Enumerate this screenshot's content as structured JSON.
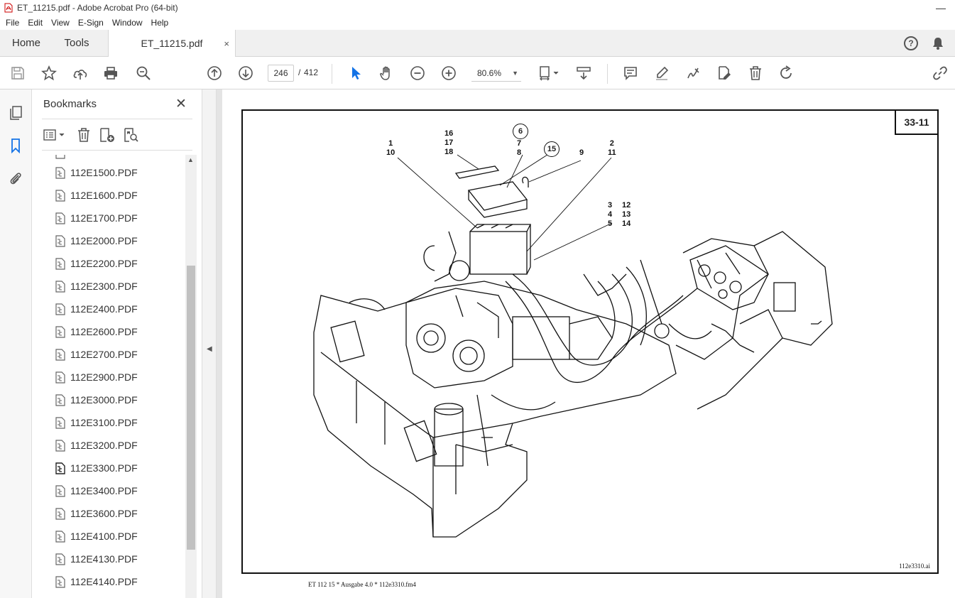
{
  "window": {
    "title": "ET_11215.pdf - Adobe Acrobat Pro (64-bit)",
    "minimize": "—"
  },
  "menu": [
    "File",
    "Edit",
    "View",
    "E-Sign",
    "Window",
    "Help"
  ],
  "tabs": {
    "home": "Home",
    "tools": "Tools",
    "document": "ET_11215.pdf",
    "close": "×"
  },
  "toolbar": {
    "current_page": "246",
    "page_separator": "/",
    "total_pages": "412",
    "zoom": "80.6%"
  },
  "bookmarks": {
    "title": "Bookmarks",
    "close": "✕",
    "items": [
      "112E1500.PDF",
      "112E1600.PDF",
      "112E1700.PDF",
      "112E2000.PDF",
      "112E2200.PDF",
      "112E2300.PDF",
      "112E2400.PDF",
      "112E2600.PDF",
      "112E2700.PDF",
      "112E2900.PDF",
      "112E3000.PDF",
      "112E3100.PDF",
      "112E3200.PDF",
      "112E3300.PDF",
      "112E3400.PDF",
      "112E3600.PDF",
      "112E4100.PDF",
      "112E4130.PDF",
      "112E4140.PDF"
    ]
  },
  "document": {
    "page_tag": "33-11",
    "figure_id": "112e3310.ai",
    "footer": "ET 112 15 * Ausgabe 4.0 * 112e3310.fm4",
    "callouts": {
      "c1": "1",
      "c10": "10",
      "c16": "16",
      "c17": "17",
      "c18": "18",
      "c6": "6",
      "c7": "7",
      "c8": "8",
      "c15": "15",
      "c9": "9",
      "c2": "2",
      "c11": "11",
      "c3": "3",
      "c4": "4",
      "c5": "5",
      "c12": "12",
      "c13": "13",
      "c14": "14"
    }
  },
  "colors": {
    "accent": "#1473e6",
    "chrome": "#f0f0f0"
  }
}
